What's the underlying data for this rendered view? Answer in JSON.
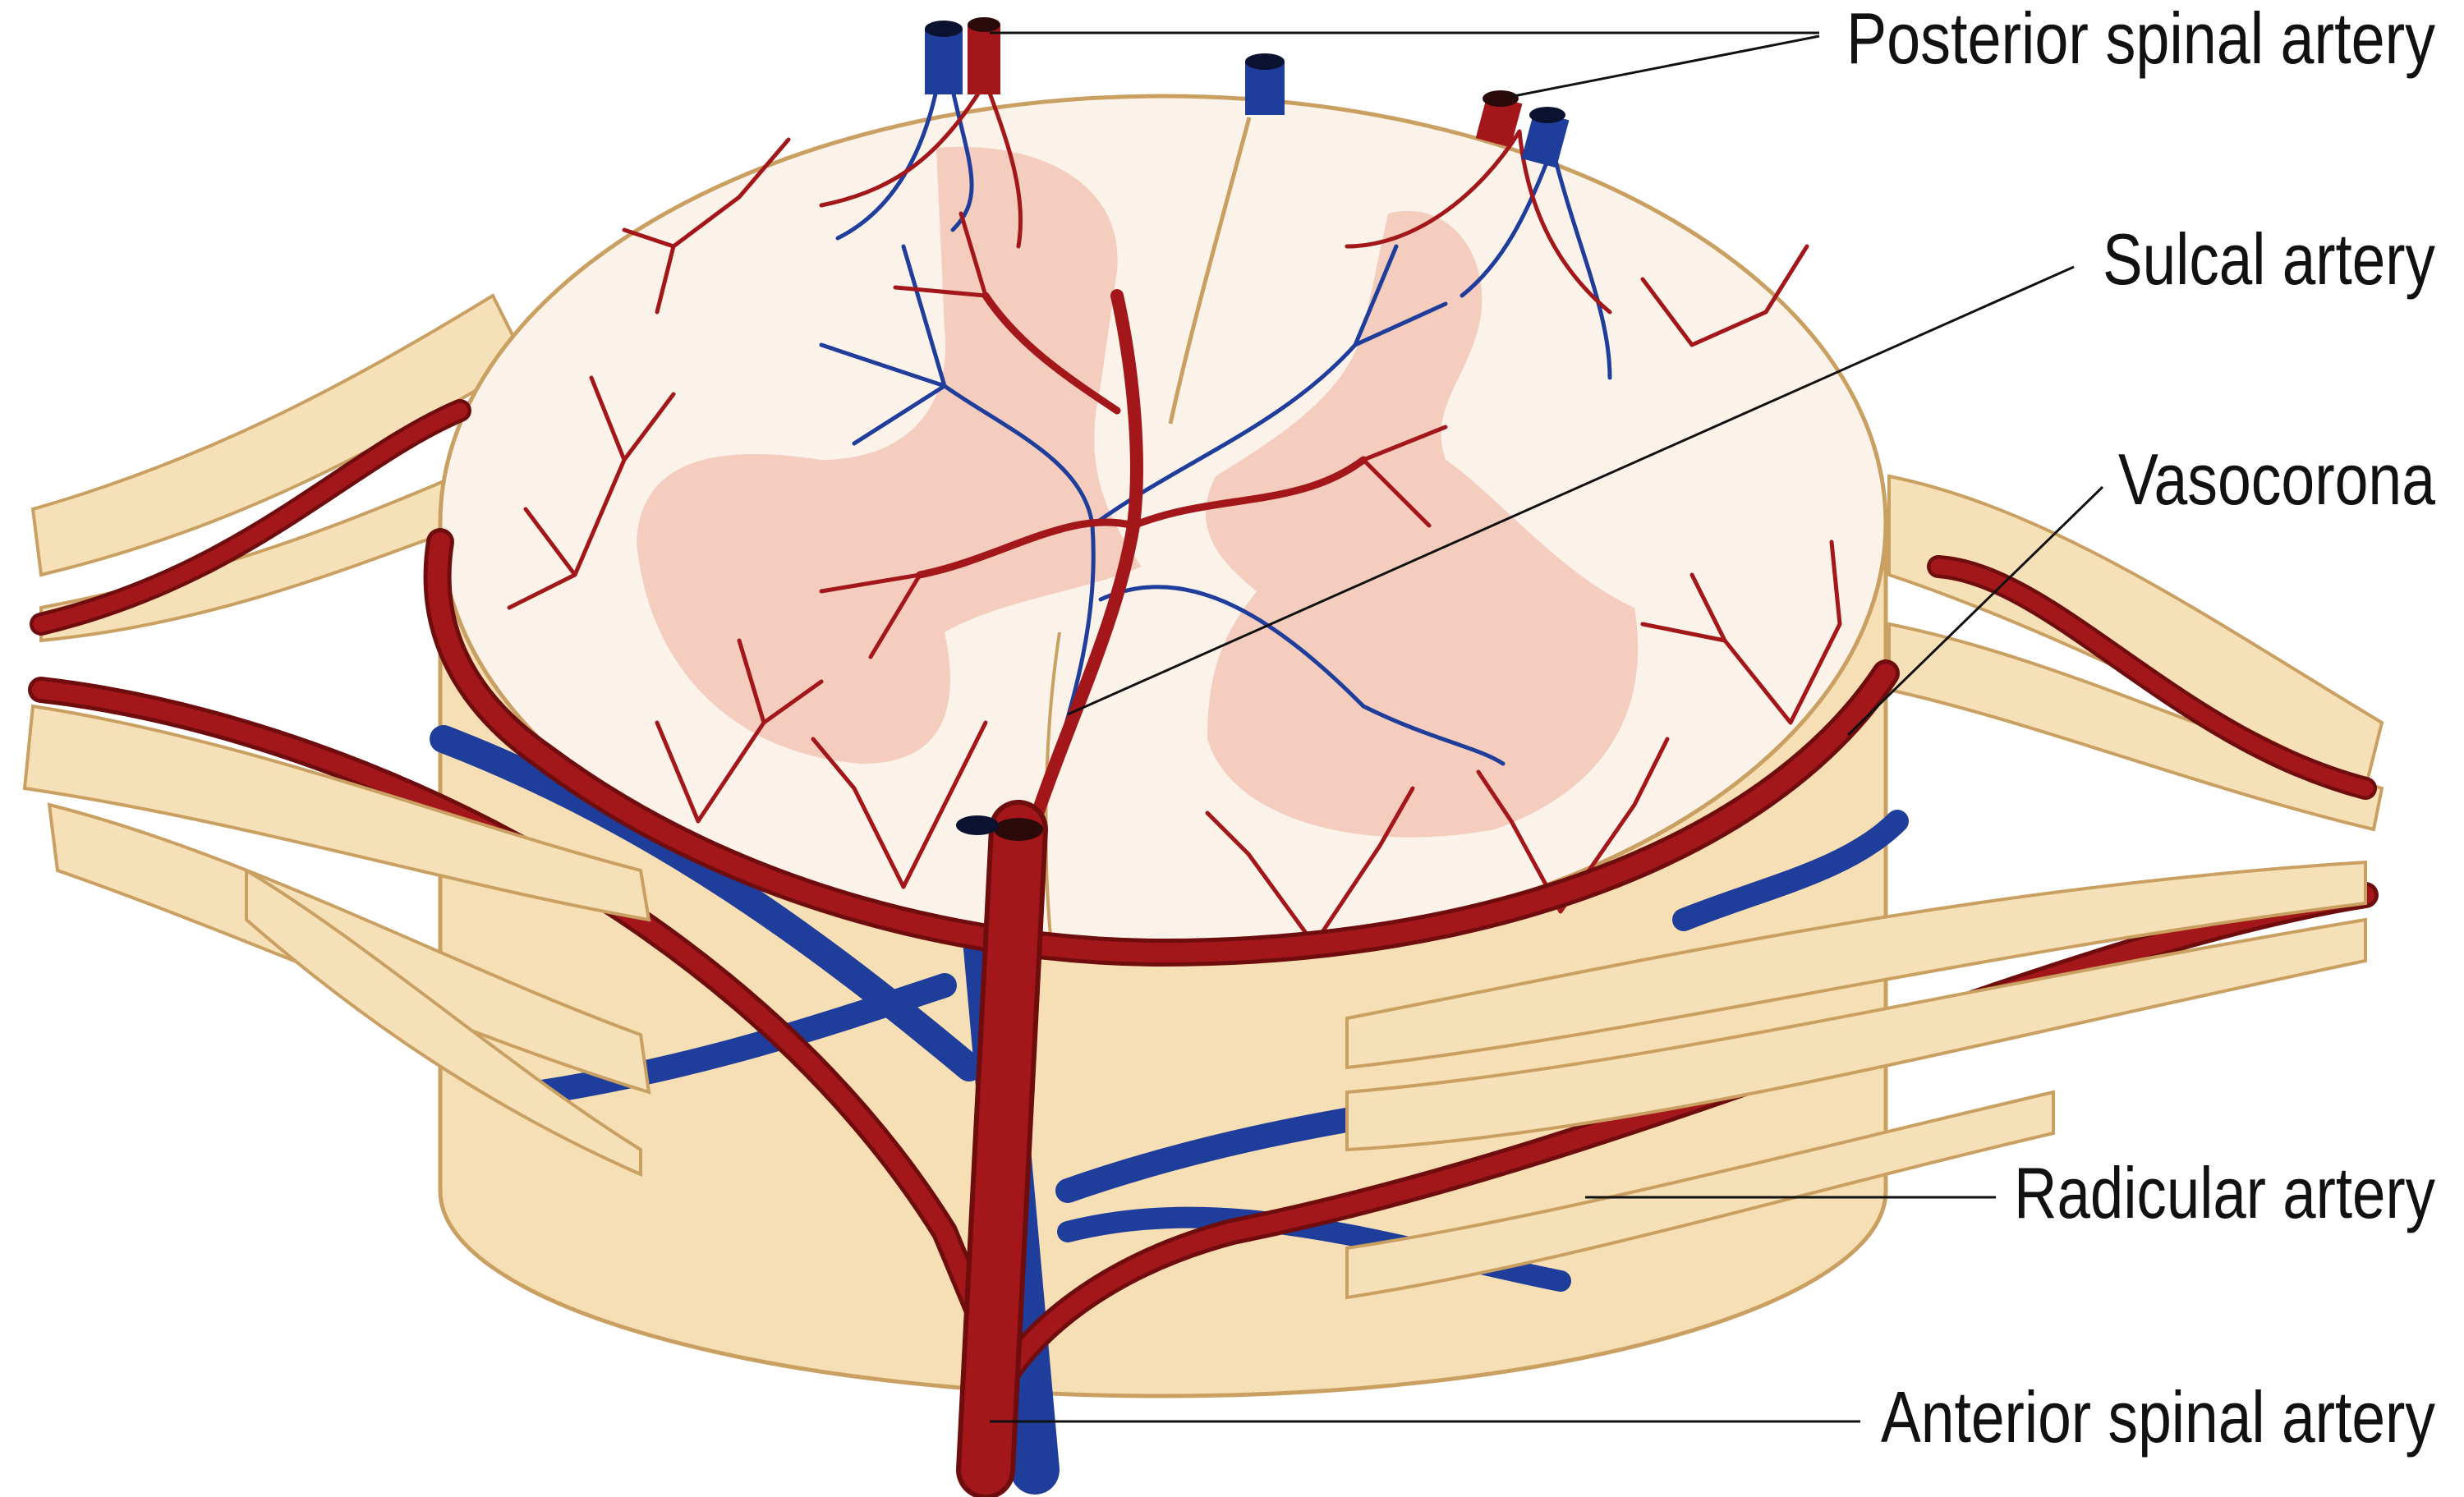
{
  "figure": {
    "title": "Blood supply of the spinal cord (cross-section)",
    "labels": {
      "posterior_spinal_artery": "Posterior spinal artery",
      "sulcal_artery": "Sulcal artery",
      "vasocorona": "Vasocorona",
      "radicular_artery": "Radicular artery",
      "anterior_spinal_artery": "Anterior spinal artery"
    },
    "colors": {
      "artery": "#a3171a",
      "vein": "#1f3d9a",
      "cord": "#f6dfb4",
      "white_matter": "#fbf3ea",
      "gray_matter": "#f2c6b6",
      "outline": "#c9a062"
    }
  }
}
